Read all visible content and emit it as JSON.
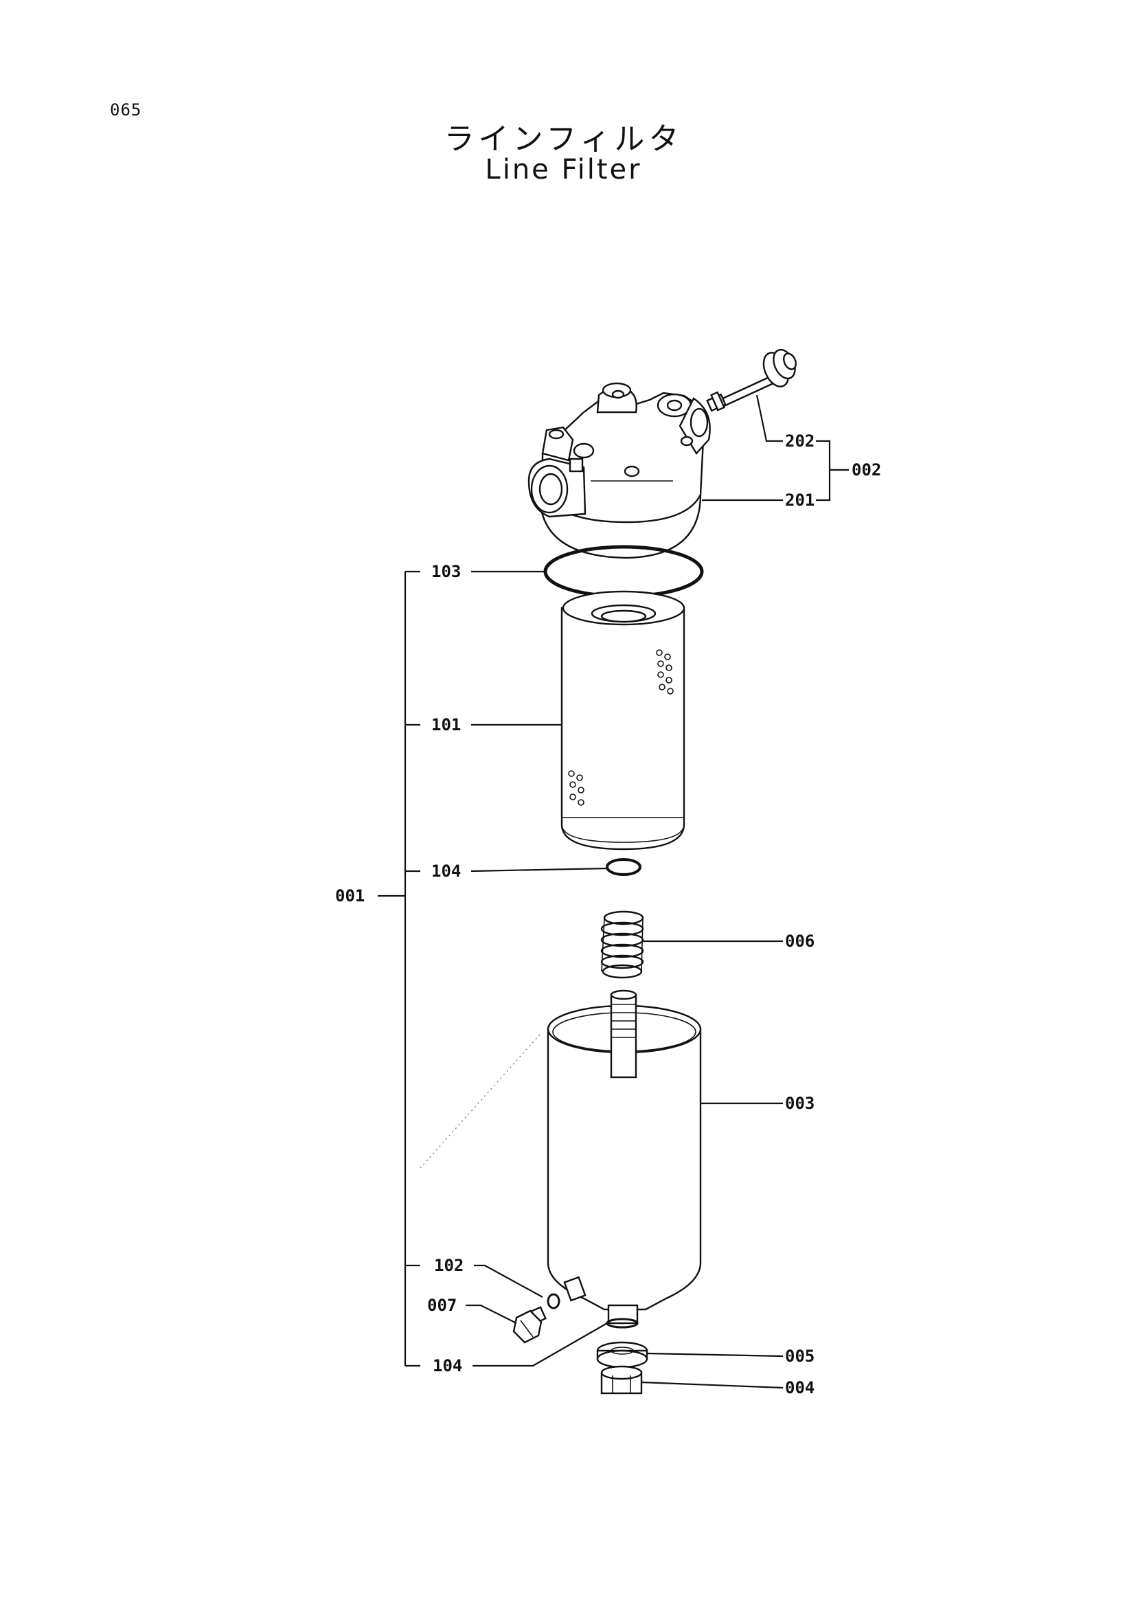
{
  "header": {
    "page_number": "065",
    "title_jp": "ラインフィルタ",
    "title_en": "Line Filter"
  },
  "callouts": {
    "c202": "202",
    "c002": "002",
    "c201": "201",
    "c103": "103",
    "c101": "101",
    "c104a": "104",
    "c001": "001",
    "c006": "006",
    "c003": "003",
    "c102": "102",
    "c007": "007",
    "c104b": "104",
    "c005": "005",
    "c004": "004"
  }
}
